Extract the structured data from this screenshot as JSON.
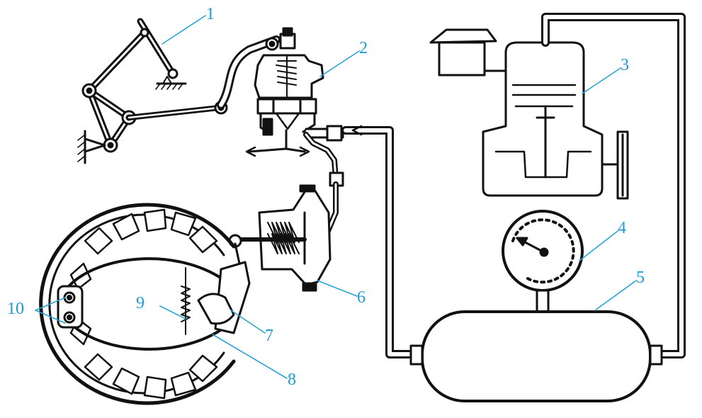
{
  "colors": {
    "line": "#111111",
    "leader": "#29a3d6",
    "label": "#1f9ad6",
    "background": "#ffffff"
  },
  "labels": {
    "l1": "1",
    "l2": "2",
    "l3": "3",
    "l4": "4",
    "l5": "5",
    "l6": "6",
    "l7": "7",
    "l8": "8",
    "l9": "9",
    "l10": "10"
  }
}
